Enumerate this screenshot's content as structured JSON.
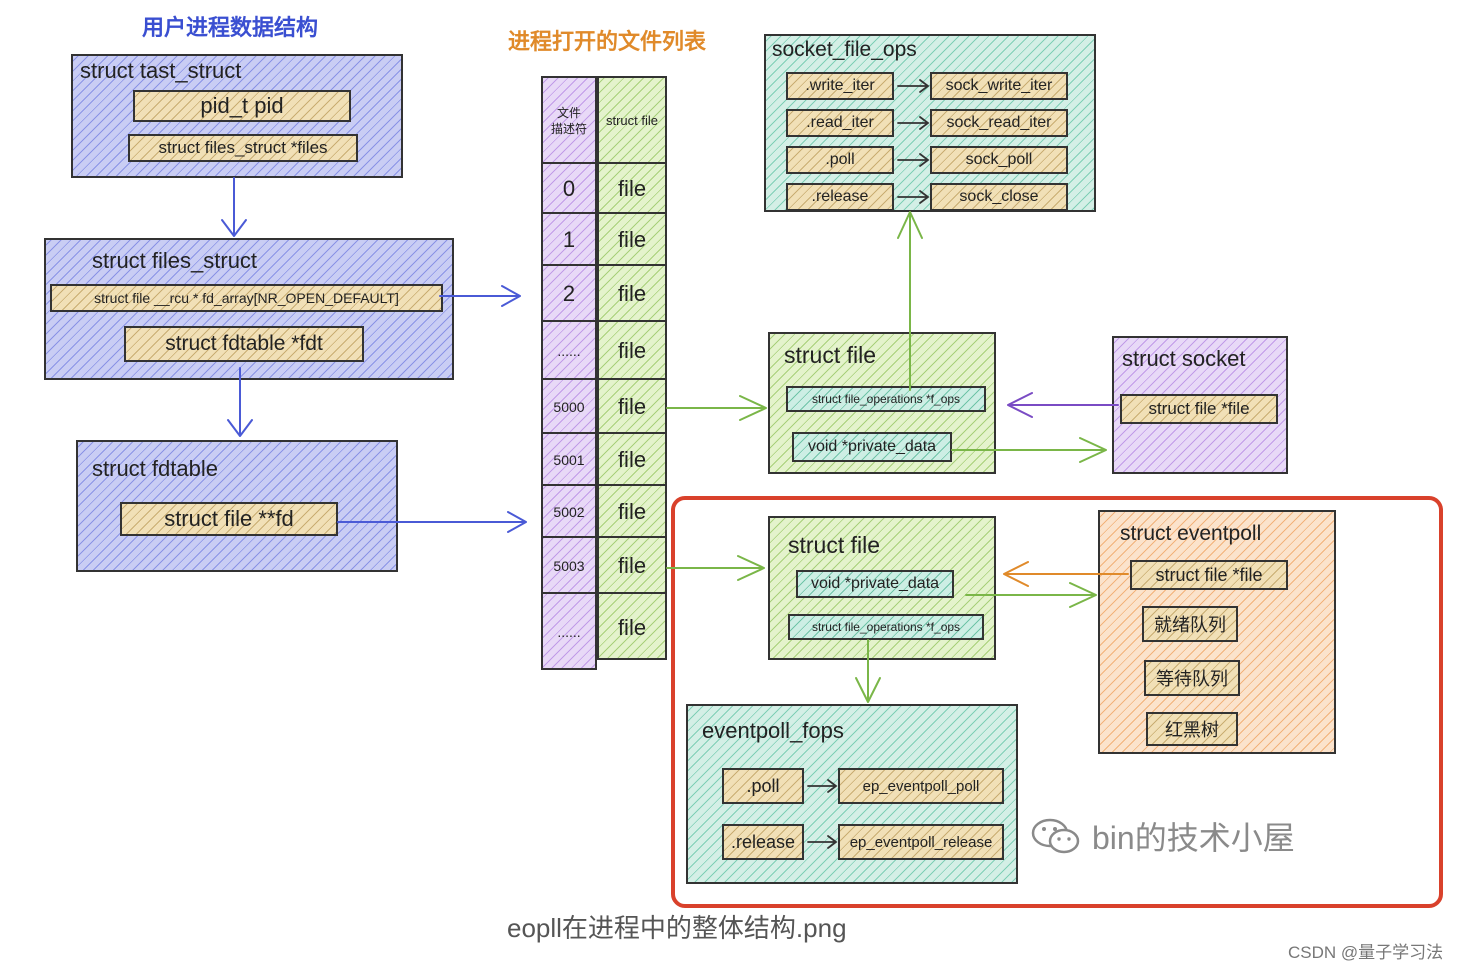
{
  "headers": {
    "user_process": "用户进程数据结构",
    "open_files": "进程打开的文件列表"
  },
  "task_struct": {
    "title": "struct   tast_struct",
    "pid": "pid_t  pid",
    "files": "struct  files_struct *files"
  },
  "files_struct": {
    "title": "struct files_struct",
    "fd_array": "struct file __rcu * fd_array[NR_OPEN_DEFAULT]",
    "fdt": "struct fdtable *fdt"
  },
  "fdtable": {
    "title": "struct fdtable",
    "fd": "struct file **fd"
  },
  "fd_table": {
    "col_fd": "文件\n描述符",
    "col_file": "struct file",
    "rows": [
      {
        "fd": "0",
        "file": "file"
      },
      {
        "fd": "1",
        "file": "file"
      },
      {
        "fd": "2",
        "file": "file"
      },
      {
        "fd": "......",
        "file": "file"
      },
      {
        "fd": "5000",
        "file": "file"
      },
      {
        "fd": "5001",
        "file": "file"
      },
      {
        "fd": "5002",
        "file": "file"
      },
      {
        "fd": "5003",
        "file": "file"
      },
      {
        "fd": "......",
        "file": "file"
      }
    ]
  },
  "socket_file_ops": {
    "title": "socket_file_ops",
    "rows": [
      {
        "op": ".write_iter",
        "impl": "sock_write_iter"
      },
      {
        "op": ".read_iter",
        "impl": "sock_read_iter"
      },
      {
        "op": ".poll",
        "impl": "sock_poll"
      },
      {
        "op": ".release",
        "impl": "sock_close"
      }
    ]
  },
  "socket_file": {
    "title": "struct file",
    "f_ops": "struct file_operations *f_ops",
    "private": "void *private_data"
  },
  "struct_socket": {
    "title": "struct socket",
    "file": "struct file *file"
  },
  "epoll_file": {
    "title": "struct file",
    "private": "void *private_data",
    "f_ops": "struct file_operations *f_ops"
  },
  "eventpoll": {
    "title": "struct eventpoll",
    "file": "struct file *file",
    "ready": "就绪队列",
    "wait": "等待队列",
    "rbtree": "红黑树"
  },
  "eventpoll_fops": {
    "title": "eventpoll_fops",
    "rows": [
      {
        "op": ".poll",
        "impl": "ep_eventpoll_poll"
      },
      {
        "op": ".release",
        "impl": "ep_eventpoll_release"
      }
    ]
  },
  "watermark": "bin的技术小屋",
  "caption": "eopll在进程中的整体结构.png",
  "credit": "CSDN @量子学习法",
  "colors": {
    "header_blue": "#3a4fd1",
    "header_orange": "#e08a2a",
    "highlight_red": "#d9412b"
  }
}
